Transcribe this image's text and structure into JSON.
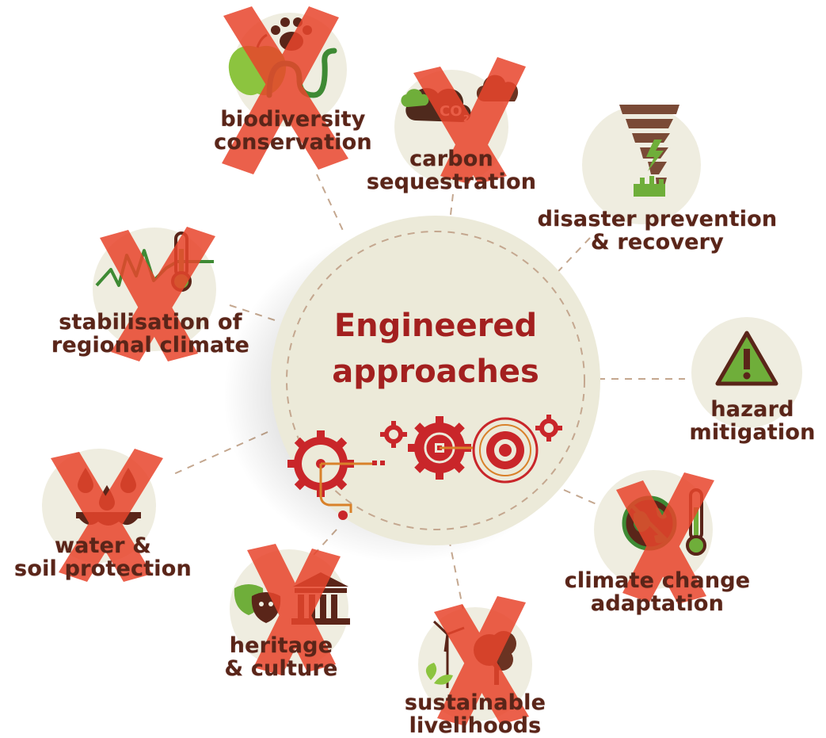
{
  "center": {
    "line1": "Engineered",
    "line2": "approaches"
  },
  "nodes": [
    {
      "id": "biodiversity",
      "line1": "biodiversity",
      "line2": "conservation",
      "crossed": true
    },
    {
      "id": "carbon",
      "line1": "carbon",
      "line2": "sequestration",
      "crossed": true
    },
    {
      "id": "disaster",
      "line1": "disaster prevention",
      "line2": "& recovery",
      "crossed": false
    },
    {
      "id": "hazard",
      "line1": "hazard",
      "line2": "mitigation",
      "crossed": false
    },
    {
      "id": "climate-adapt",
      "line1": "climate change",
      "line2": "adaptation",
      "crossed": true
    },
    {
      "id": "livelihoods",
      "line1": "sustainable",
      "line2": "livelihoods",
      "crossed": true
    },
    {
      "id": "heritage",
      "line1": "heritage",
      "line2": "& culture",
      "crossed": true
    },
    {
      "id": "water-soil",
      "line1": "water &",
      "line2": "soil protection",
      "crossed": true
    },
    {
      "id": "regional-climate",
      "line1": "stabilisation of",
      "line2": "regional climate",
      "crossed": true
    }
  ],
  "colors": {
    "badge": "#efede0",
    "center": "#ecead9",
    "cross": "#e8452c",
    "text": "#5a2519",
    "title": "#a3201f",
    "green": "#5aa033",
    "brown": "#6b3322",
    "gear": "#c9262a",
    "gear_orange": "#d9812a",
    "connector": "#c4a78f"
  },
  "icons": {
    "biodiversity": [
      "apple-icon",
      "paw-icon",
      "snake-icon"
    ],
    "carbon": [
      "co2-cloud-icon",
      "cloud-icon"
    ],
    "disaster": [
      "tornado-icon",
      "lightning-icon",
      "building-icon"
    ],
    "hazard": [
      "warning-icon"
    ],
    "climate-adapt": [
      "no-globe-icon",
      "thermometer-icon"
    ],
    "livelihoods": [
      "wind-turbine-icon",
      "tree-icon",
      "sprout-icon"
    ],
    "heritage": [
      "theatre-masks-icon",
      "temple-icon"
    ],
    "water-soil": [
      "water-drops-icon",
      "soil-layer-icon"
    ],
    "regional-climate": [
      "temperature-graph-icon",
      "thermometer-icon"
    ],
    "center": [
      "gears-icon"
    ]
  }
}
